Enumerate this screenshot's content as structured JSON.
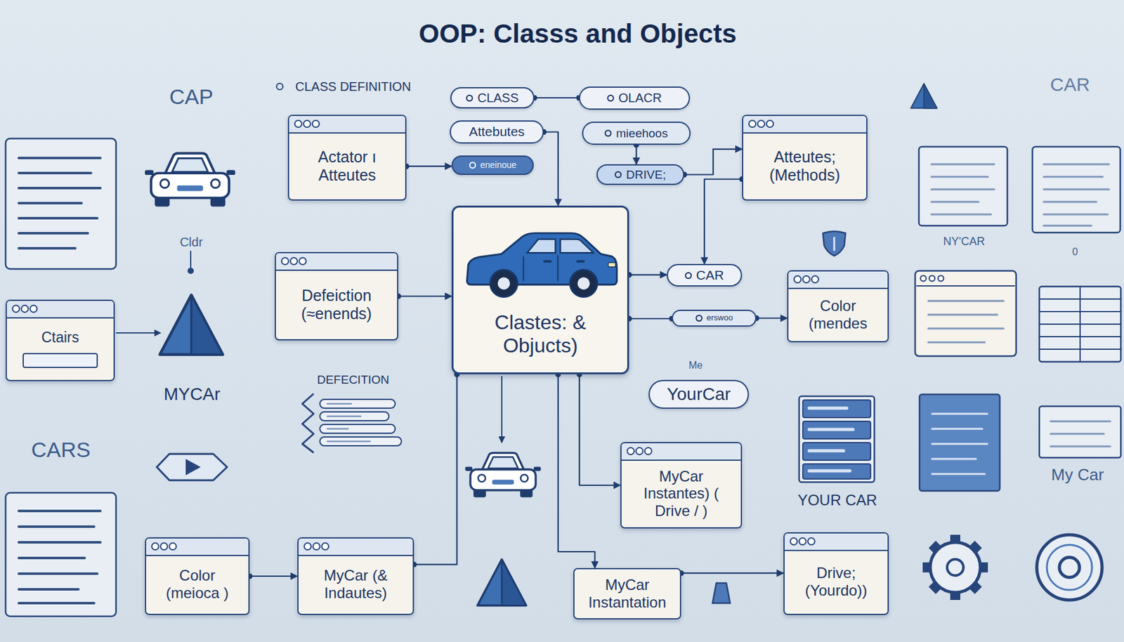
{
  "diagram": {
    "title": "OOP: Classs and Objects",
    "nodes": [
      {
        "text": [
          "Actator ı Atteutes"
        ]
      },
      {
        "text": [
          "CLASS"
        ]
      },
      {
        "text": [
          "OLACR"
        ]
      },
      {
        "text": [
          "Attebutes"
        ]
      },
      {
        "text": [
          "mieehoos"
        ]
      },
      {
        "text": [
          "eneinoue"
        ]
      },
      {
        "text": [
          "DRIVE;"
        ]
      },
      {
        "text": [
          "Atteutes; (Methods)"
        ]
      },
      {
        "text": [
          "Clastes: & Objucts)"
        ]
      },
      {
        "text": [
          "Defeiction (≈enends)"
        ]
      },
      {
        "text": [
          "CAR"
        ]
      },
      {
        "text": [
          "Ctairs"
        ]
      },
      {
        "text": [
          "Color (mendes"
        ]
      },
      {
        "text": [
          "erswoo"
        ]
      },
      {
        "text": [
          "YourCar"
        ]
      },
      {
        "text": [
          "MyCar Instantes) ( Drive / )"
        ]
      },
      {
        "text": [
          "Color (meioca )"
        ]
      },
      {
        "text": [
          "MyCar (& Indautes)"
        ]
      },
      {
        "text": [
          "MyCar Instantation"
        ]
      },
      {
        "text": [
          "Drive; (Yourdo))"
        ]
      }
    ],
    "edges": [
      {
        "from": 0,
        "to": 5,
        "arrow": "to"
      },
      {
        "from": 1,
        "to": 2,
        "arrow": "none"
      },
      {
        "from": 3,
        "to": 8,
        "arrow": "to"
      },
      {
        "from": 4,
        "to": 6,
        "arrow": "to"
      },
      {
        "from": 6,
        "to": 7,
        "arrow": "to"
      },
      {
        "from": 7,
        "to": 10,
        "arrow": "to"
      },
      {
        "from": 9,
        "to": 8,
        "arrow": "to"
      },
      {
        "from": 8,
        "to": 10,
        "arrow": "to"
      },
      {
        "from": 8,
        "to": 13,
        "arrow": "none"
      },
      {
        "from": 13,
        "to": 12,
        "arrow": "to"
      },
      {
        "from": 8,
        "to": 15,
        "arrow": "to"
      },
      {
        "from": 8,
        "to": 18,
        "arrow": "to"
      },
      {
        "from": 16,
        "to": 17,
        "arrow": "to"
      },
      {
        "from": 17,
        "to": 8,
        "arrow": "none"
      },
      {
        "from": 18,
        "to": 19,
        "arrow": "to"
      }
    ],
    "labels": [
      "CLASS DEFINITION",
      "CAP",
      "CAR",
      "Cldr",
      "MYCAr",
      "CARS",
      "NY'CAR",
      "0",
      "Me",
      "DEFECITION",
      "YOUR CAR",
      "My Car"
    ]
  }
}
